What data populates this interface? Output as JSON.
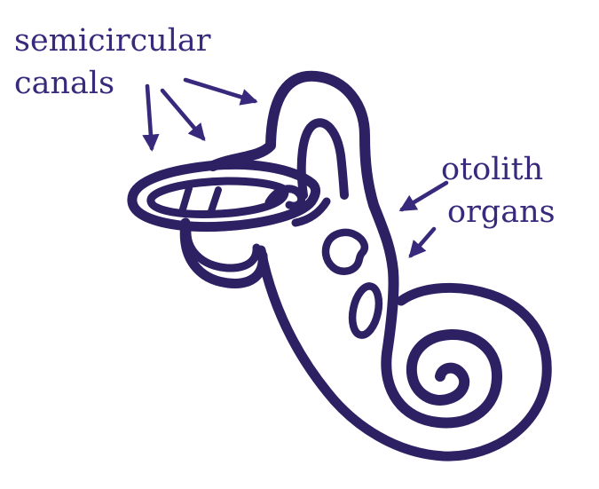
{
  "labels": {
    "semicircular_canals": {
      "line1": "semicircular",
      "line2": "canals"
    },
    "otolith_organs": {
      "line1": "otolith",
      "line2": "organs"
    }
  },
  "colors": {
    "background": "#ffffff",
    "ink": "#2d2063",
    "label_text": "#38297c"
  },
  "diagram": {
    "subject": "hand-drawn inner ear vestibular labyrinth with cochlea",
    "arrow_counts": {
      "to_semicircular_canals": 3,
      "to_otolith_organs": 2
    }
  }
}
